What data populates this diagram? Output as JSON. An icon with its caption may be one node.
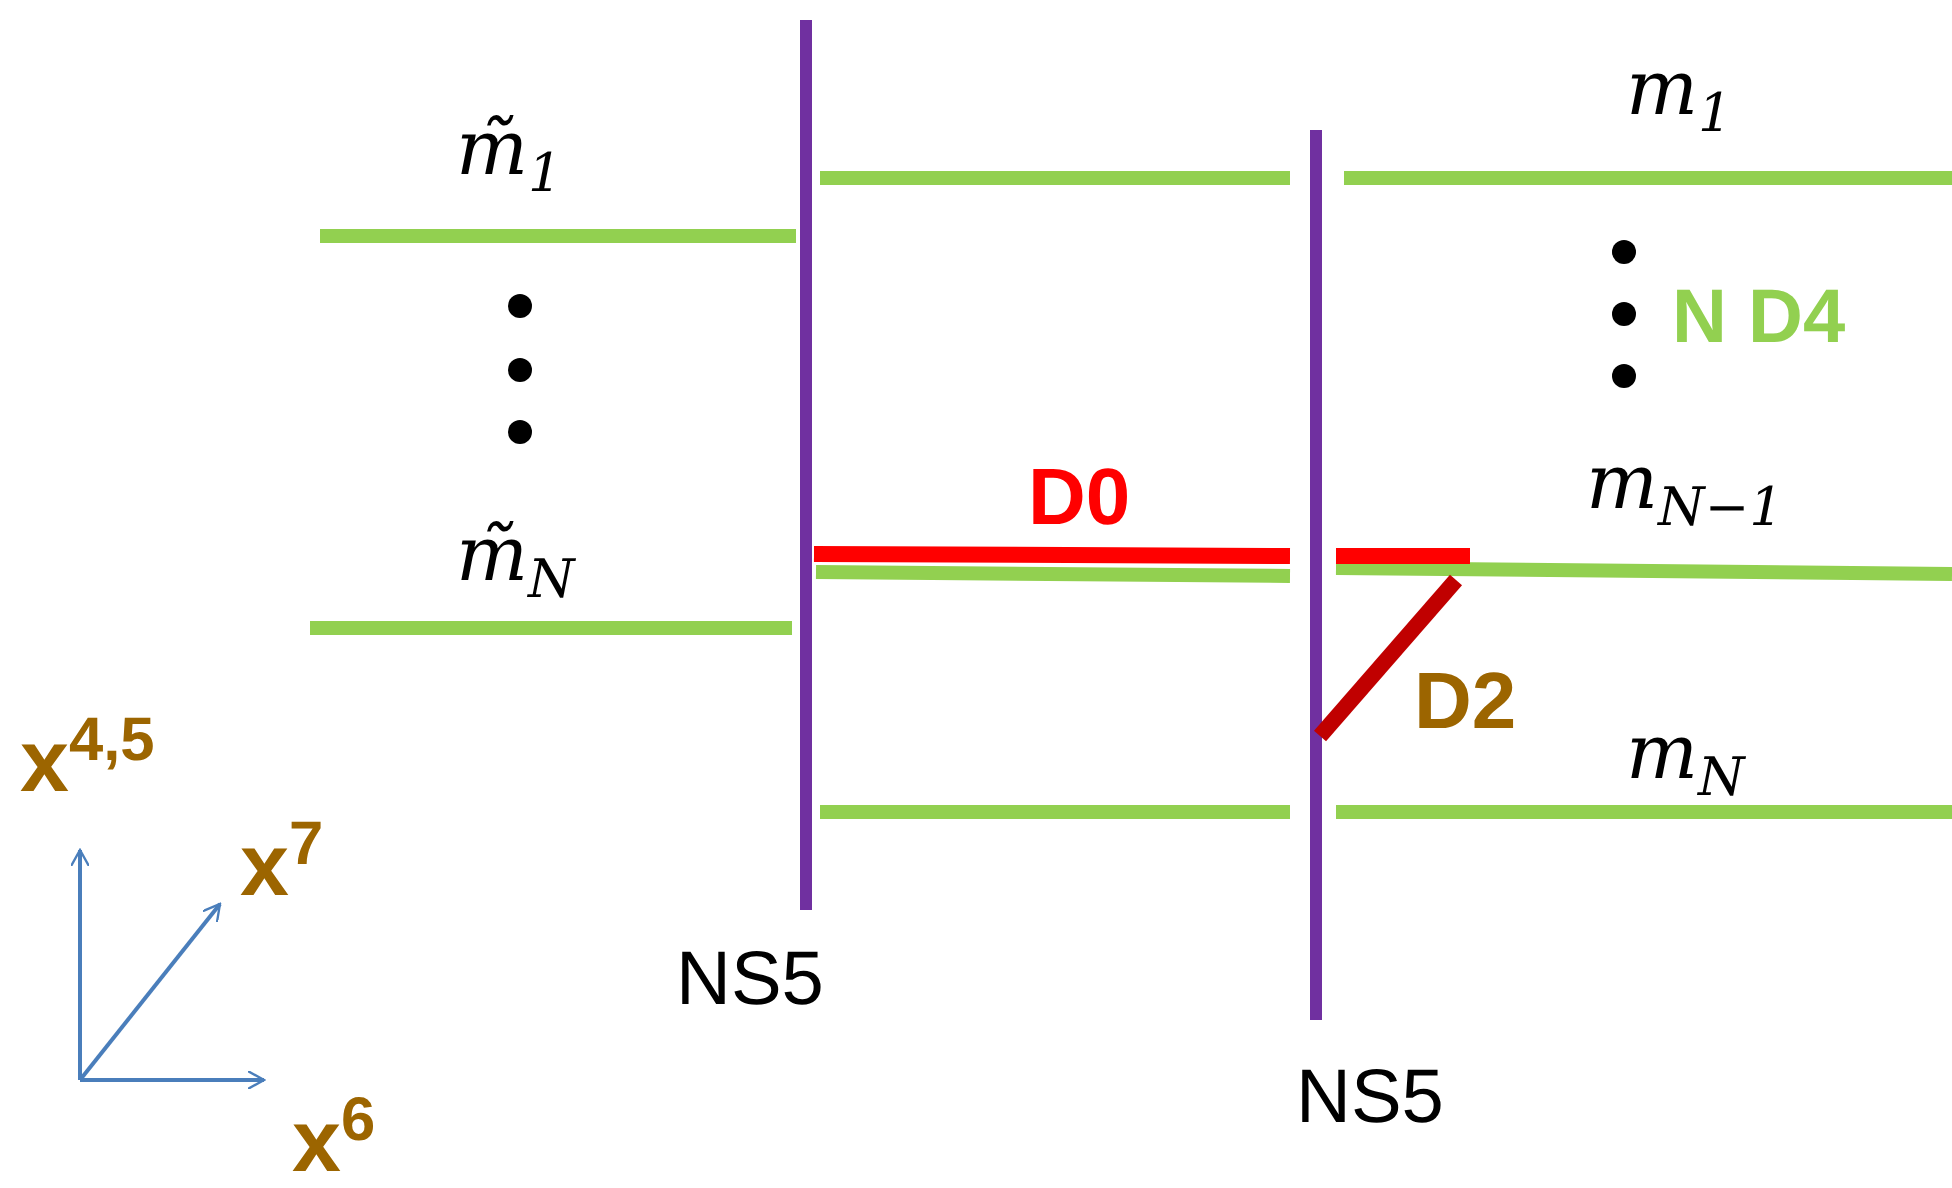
{
  "diagram": {
    "labels": [
      "m̃$_{1}$",
      "m$_{1}$",
      "N D4",
      "D0",
      "m$_{N−1}$",
      "m̃$_{N}$",
      "x$^{4,5}$",
      "D2",
      "m$_{N}$",
      "x$^{7}$",
      "NS5",
      "x$^{6}$",
      "NS5"
    ]
  }
}
